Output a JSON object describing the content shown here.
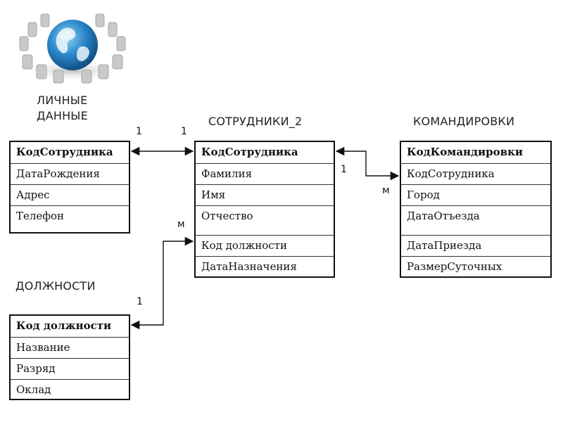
{
  "tables": {
    "personal": {
      "title_line1": "ЛИЧНЫЕ",
      "title_line2": "ДАННЫЕ",
      "fields": [
        "КодСотрудника",
        "ДатаРождения",
        "Адрес",
        "Телефон"
      ]
    },
    "employees": {
      "title": "СОТРУДНИКИ_2",
      "fields": [
        "КодСотрудника",
        "Фамилия",
        "Имя",
        "Отчество",
        "Код должности",
        "ДатаНазначения"
      ]
    },
    "trips": {
      "title": "КОМАНДИРОВКИ",
      "fields": [
        "КодКомандировки",
        "КодСотрудника",
        "Город",
        "ДатаОтъезда",
        "ДатаПриезда",
        "РазмерСуточных"
      ]
    },
    "positions": {
      "title": "ДОЛЖНОСТИ",
      "fields": [
        "Код должности",
        "Название",
        "Разряд",
        "Оклад"
      ]
    }
  },
  "cardinalities": {
    "personal_side": "1",
    "employees_side": "1",
    "employees_trips_one": "1",
    "trips_many": "м",
    "employees_positions_many": "м",
    "positions_one": "1"
  }
}
